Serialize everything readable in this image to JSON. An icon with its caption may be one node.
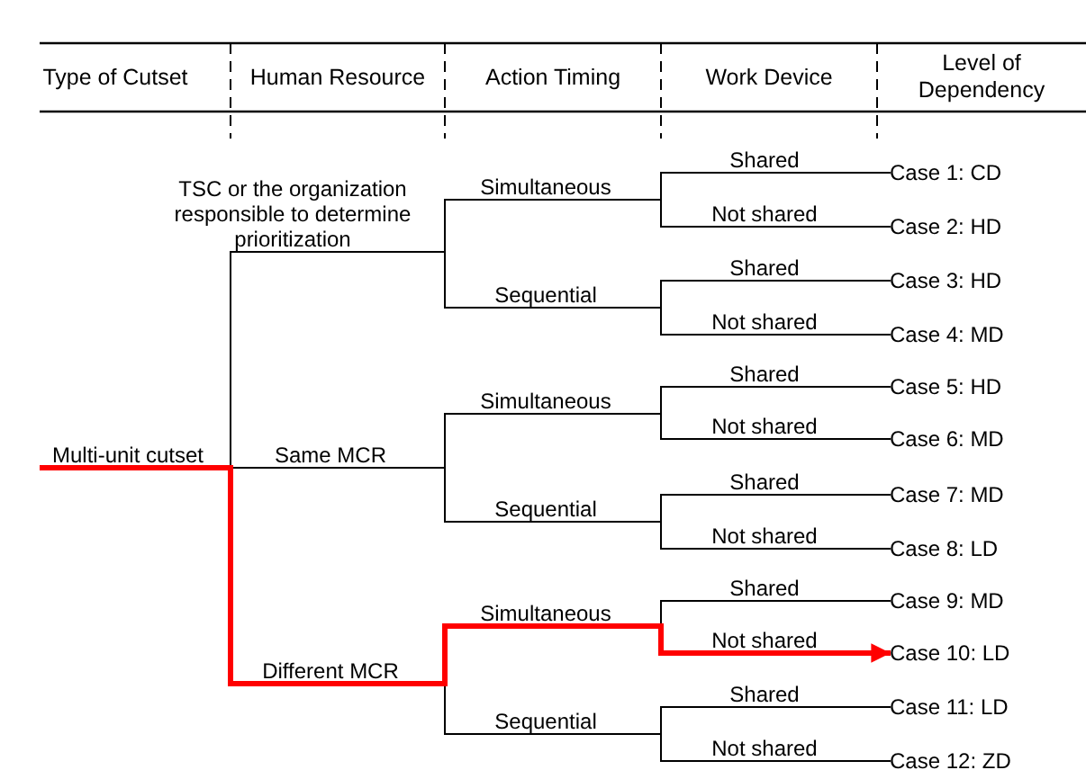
{
  "diagram": {
    "nodes": [
      {
        "text": [
          "Multi-unit cutset"
        ]
      },
      {
        "text": [
          "TSC or the organization responsible to determine prioritization"
        ]
      },
      {
        "text": [
          "Same MCR"
        ]
      },
      {
        "text": [
          "Different MCR"
        ]
      },
      {
        "text": [
          "Simultaneous"
        ]
      },
      {
        "text": [
          "Sequential"
        ]
      },
      {
        "text": [
          "Simultaneous"
        ]
      },
      {
        "text": [
          "Sequential"
        ]
      },
      {
        "text": [
          "Simultaneous"
        ]
      },
      {
        "text": [
          "Sequential"
        ]
      },
      {
        "text": [
          "Shared"
        ]
      },
      {
        "text": [
          "Not shared"
        ]
      },
      {
        "text": [
          "Shared"
        ]
      },
      {
        "text": [
          "Not shared"
        ]
      },
      {
        "text": [
          "Shared"
        ]
      },
      {
        "text": [
          "Not shared"
        ]
      },
      {
        "text": [
          "Shared"
        ]
      },
      {
        "text": [
          "Not shared"
        ]
      },
      {
        "text": [
          "Shared"
        ]
      },
      {
        "text": [
          "Not shared"
        ]
      },
      {
        "text": [
          "Shared"
        ]
      },
      {
        "text": [
          "Not shared"
        ]
      },
      {
        "text": [
          "Case 1: CD"
        ]
      },
      {
        "text": [
          "Case 2: HD"
        ]
      },
      {
        "text": [
          "Case 3: HD"
        ]
      },
      {
        "text": [
          "Case 4: MD"
        ]
      },
      {
        "text": [
          "Case 5: HD"
        ]
      },
      {
        "text": [
          "Case 6: MD"
        ]
      },
      {
        "text": [
          "Case 7: MD"
        ]
      },
      {
        "text": [
          "Case 8: LD"
        ]
      },
      {
        "text": [
          "Case 9: MD"
        ]
      },
      {
        "text": [
          "Case 10: LD"
        ]
      },
      {
        "text": [
          "Case 11: LD"
        ]
      },
      {
        "text": [
          "Case 12: ZD"
        ]
      }
    ],
    "edges": [
      {
        "from": null,
        "to": 0,
        "arrow": "none",
        "style": "thick",
        "color": "#ff0000"
      },
      {
        "from": 0,
        "to": 1,
        "arrow": "none"
      },
      {
        "from": 0,
        "to": 2,
        "arrow": "none"
      },
      {
        "from": 0,
        "to": 3,
        "arrow": "none",
        "style": "thick",
        "color": "#ff0000"
      },
      {
        "from": 1,
        "to": 4,
        "arrow": "none"
      },
      {
        "from": 1,
        "to": 5,
        "arrow": "none"
      },
      {
        "from": 2,
        "to": 6,
        "arrow": "none"
      },
      {
        "from": 2,
        "to": 7,
        "arrow": "none"
      },
      {
        "from": 3,
        "to": 8,
        "arrow": "none",
        "style": "thick",
        "color": "#ff0000"
      },
      {
        "from": 3,
        "to": 9,
        "arrow": "none"
      },
      {
        "from": 4,
        "to": 10,
        "arrow": "none"
      },
      {
        "from": 4,
        "to": 11,
        "arrow": "none"
      },
      {
        "from": 5,
        "to": 12,
        "arrow": "none"
      },
      {
        "from": 5,
        "to": 13,
        "arrow": "none"
      },
      {
        "from": 6,
        "to": 14,
        "arrow": "none"
      },
      {
        "from": 6,
        "to": 15,
        "arrow": "none"
      },
      {
        "from": 7,
        "to": 16,
        "arrow": "none"
      },
      {
        "from": 7,
        "to": 17,
        "arrow": "none"
      },
      {
        "from": 8,
        "to": 18,
        "arrow": "none"
      },
      {
        "from": 8,
        "to": 19,
        "arrow": "none",
        "style": "thick",
        "color": "#ff0000"
      },
      {
        "from": 9,
        "to": 20,
        "arrow": "none"
      },
      {
        "from": 9,
        "to": 21,
        "arrow": "none"
      },
      {
        "from": 10,
        "to": 22,
        "arrow": "none"
      },
      {
        "from": 11,
        "to": 23,
        "arrow": "none"
      },
      {
        "from": 12,
        "to": 24,
        "arrow": "none"
      },
      {
        "from": 13,
        "to": 25,
        "arrow": "none"
      },
      {
        "from": 14,
        "to": 26,
        "arrow": "none"
      },
      {
        "from": 15,
        "to": 27,
        "arrow": "none"
      },
      {
        "from": 16,
        "to": 28,
        "arrow": "none"
      },
      {
        "from": 17,
        "to": 29,
        "arrow": "none"
      },
      {
        "from": 18,
        "to": 30,
        "arrow": "none"
      },
      {
        "from": 19,
        "to": 31,
        "arrow": "to",
        "style": "thick",
        "color": "#ff0000"
      },
      {
        "from": 20,
        "to": 32,
        "arrow": "none"
      },
      {
        "from": 21,
        "to": 33,
        "arrow": "none"
      }
    ],
    "labels": [
      "Type of Cutset",
      "Human Resource",
      "Action Timing",
      "Work Device",
      "Level of Dependency"
    ]
  }
}
